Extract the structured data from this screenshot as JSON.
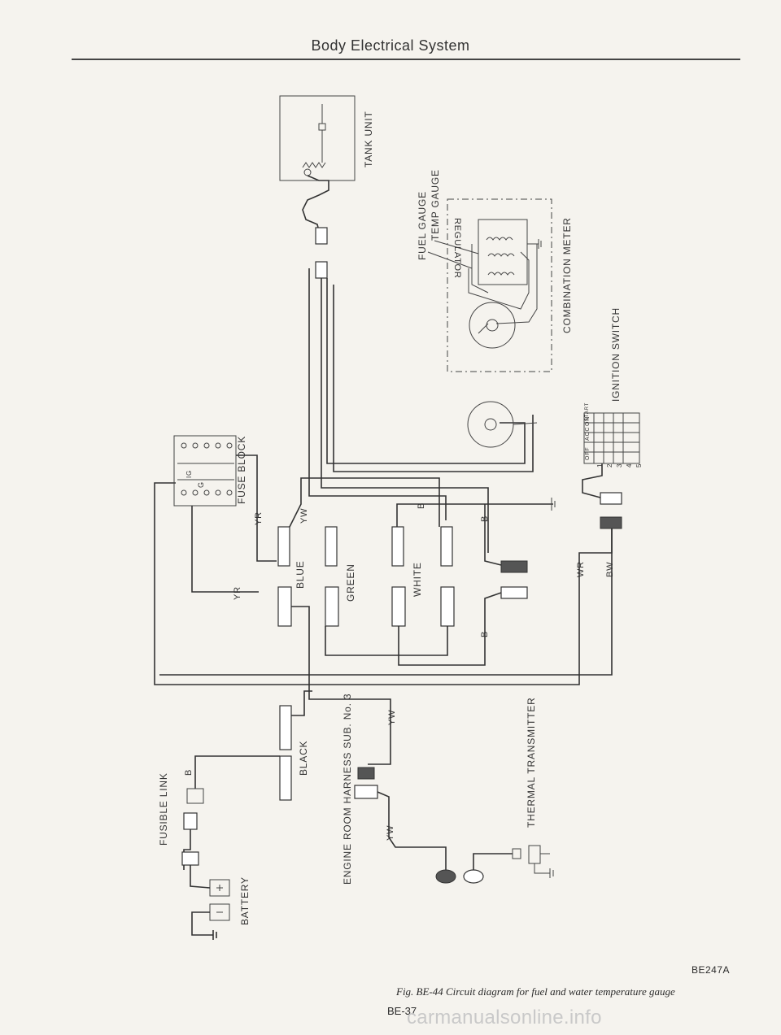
{
  "header": {
    "title": "Body Electrical System"
  },
  "labels": {
    "tank_unit": "TANK UNIT",
    "fuel_gauge": "FUEL GAUGE",
    "temp_gauge": "TEMP GAUGE",
    "regulator": "REGULATOR",
    "combination_meter": "COMBINATION METER",
    "ignition_switch": "IGNITION SWITCH",
    "fuse_block": "FUSE BLOCK",
    "fusible_link": "FUSIBLE LINK",
    "battery": "BATTERY",
    "thermal_transmitter": "THERMAL TRANSMITTER",
    "harness": "ENGINE ROOM HARNESS SUB. No. 3",
    "blue": "BLUE",
    "green": "GREEN",
    "white": "WHITE",
    "black": "BLACK"
  },
  "wire_codes": {
    "yr_top": "YR",
    "yr_bottom": "YR",
    "yw_top": "YW",
    "yw_mid": "YW",
    "yw_bottom": "YW",
    "b_top": "B",
    "b_right": "B",
    "b_lower": "B",
    "b_link": "B",
    "wr": "WR",
    "bw": "BW"
  },
  "ignition_positions": [
    "OFF",
    "ACC",
    "ON",
    "START"
  ],
  "ignition_terminals": [
    "1",
    "2",
    "3",
    "4",
    "5"
  ],
  "fuse_block_marks": [
    "IG",
    "G"
  ],
  "footer": {
    "figure_id": "BE247A",
    "caption": "Fig. BE-44  Circuit diagram for fuel and water temperature gauge",
    "page_number": "BE-37",
    "watermark": "carmanualsonline.info"
  }
}
